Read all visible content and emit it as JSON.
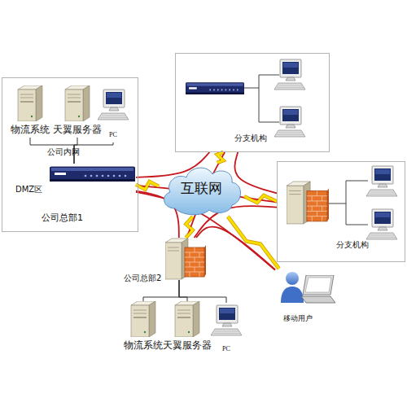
{
  "diagram": {
    "nodes": [
      {
        "text": [
          "公司总部1"
        ]
      },
      {
        "text": [
          "物流系统"
        ],
        "in": 0
      },
      {
        "text": [
          "天翼服务器"
        ],
        "in": 0
      },
      {
        "text": [
          "PC"
        ],
        "in": 0
      },
      {
        "text": [
          "DMZ区"
        ],
        "in": 0
      },
      {
        "text": [
          "分支机构"
        ]
      },
      {
        "text": [
          "互联网"
        ]
      },
      {
        "text": [
          "分支机构"
        ]
      },
      {
        "text": [
          "公司总部2"
        ]
      },
      {
        "text": [
          "移动用户"
        ]
      },
      {
        "text": [
          "物流系统"
        ]
      },
      {
        "text": [
          "天翼服务器"
        ]
      },
      {
        "text": [
          "PC"
        ]
      }
    ],
    "edges": [
      {
        "from": 1,
        "to": 4,
        "arrow": "none"
      },
      {
        "from": 2,
        "to": 4,
        "arrow": "none"
      },
      {
        "from": 3,
        "to": 4,
        "arrow": "none"
      },
      {
        "from": 10,
        "to": 8,
        "arrow": "none"
      },
      {
        "from": 11,
        "to": 8,
        "arrow": "none"
      },
      {
        "from": 12,
        "to": 8,
        "arrow": "none"
      },
      {
        "from": 4,
        "to": 5,
        "arrow": "none"
      },
      {
        "from": 4,
        "to": 7,
        "arrow": "none"
      },
      {
        "from": 4,
        "to": 8,
        "arrow": "none"
      },
      {
        "from": 4,
        "to": 9,
        "arrow": "none"
      },
      {
        "from": 8,
        "to": 5,
        "arrow": "none"
      },
      {
        "from": 8,
        "to": 7,
        "arrow": "none"
      },
      {
        "from": 8,
        "to": 9,
        "arrow": "none"
      },
      {
        "from": 5,
        "to": 7,
        "arrow": "none"
      },
      {
        "from": 6,
        "to": 4,
        "arrow": "none"
      },
      {
        "from": 6,
        "to": 5,
        "arrow": "none"
      },
      {
        "from": 6,
        "to": 7,
        "arrow": "none"
      },
      {
        "from": 6,
        "to": 8,
        "arrow": "none"
      },
      {
        "from": 6,
        "to": 9,
        "arrow": "none"
      }
    ],
    "labels": [
      "公司内网"
    ]
  }
}
